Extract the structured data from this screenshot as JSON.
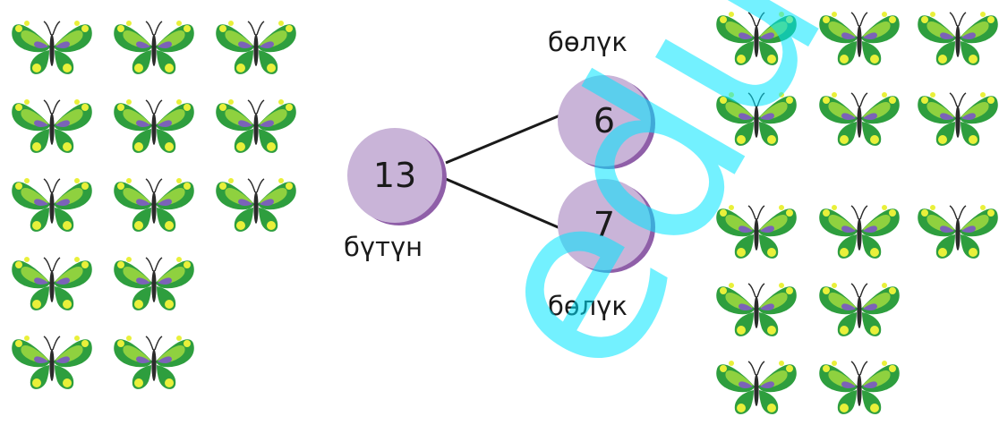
{
  "diagram": {
    "whole_value": "13",
    "part_top_value": "6",
    "part_bottom_value": "7",
    "whole_label": "бүтүн",
    "part_top_label": "бөлүк",
    "part_bottom_label": "бөлүк"
  },
  "butterflies": {
    "left_group_count": 13,
    "right_top_group_count": 6,
    "right_bottom_group_count": 7
  },
  "watermark": {
    "text": "edu.kg"
  },
  "colors": {
    "circle_fill": "#c9b4d8",
    "circle_shadow": "#8f5fa8",
    "wing_green": "#2e9e3e",
    "wing_light": "#8fd13f",
    "spot_yellow": "#e9f03a",
    "wing_purple": "#7b62b8",
    "watermark": "#00e5ff"
  }
}
